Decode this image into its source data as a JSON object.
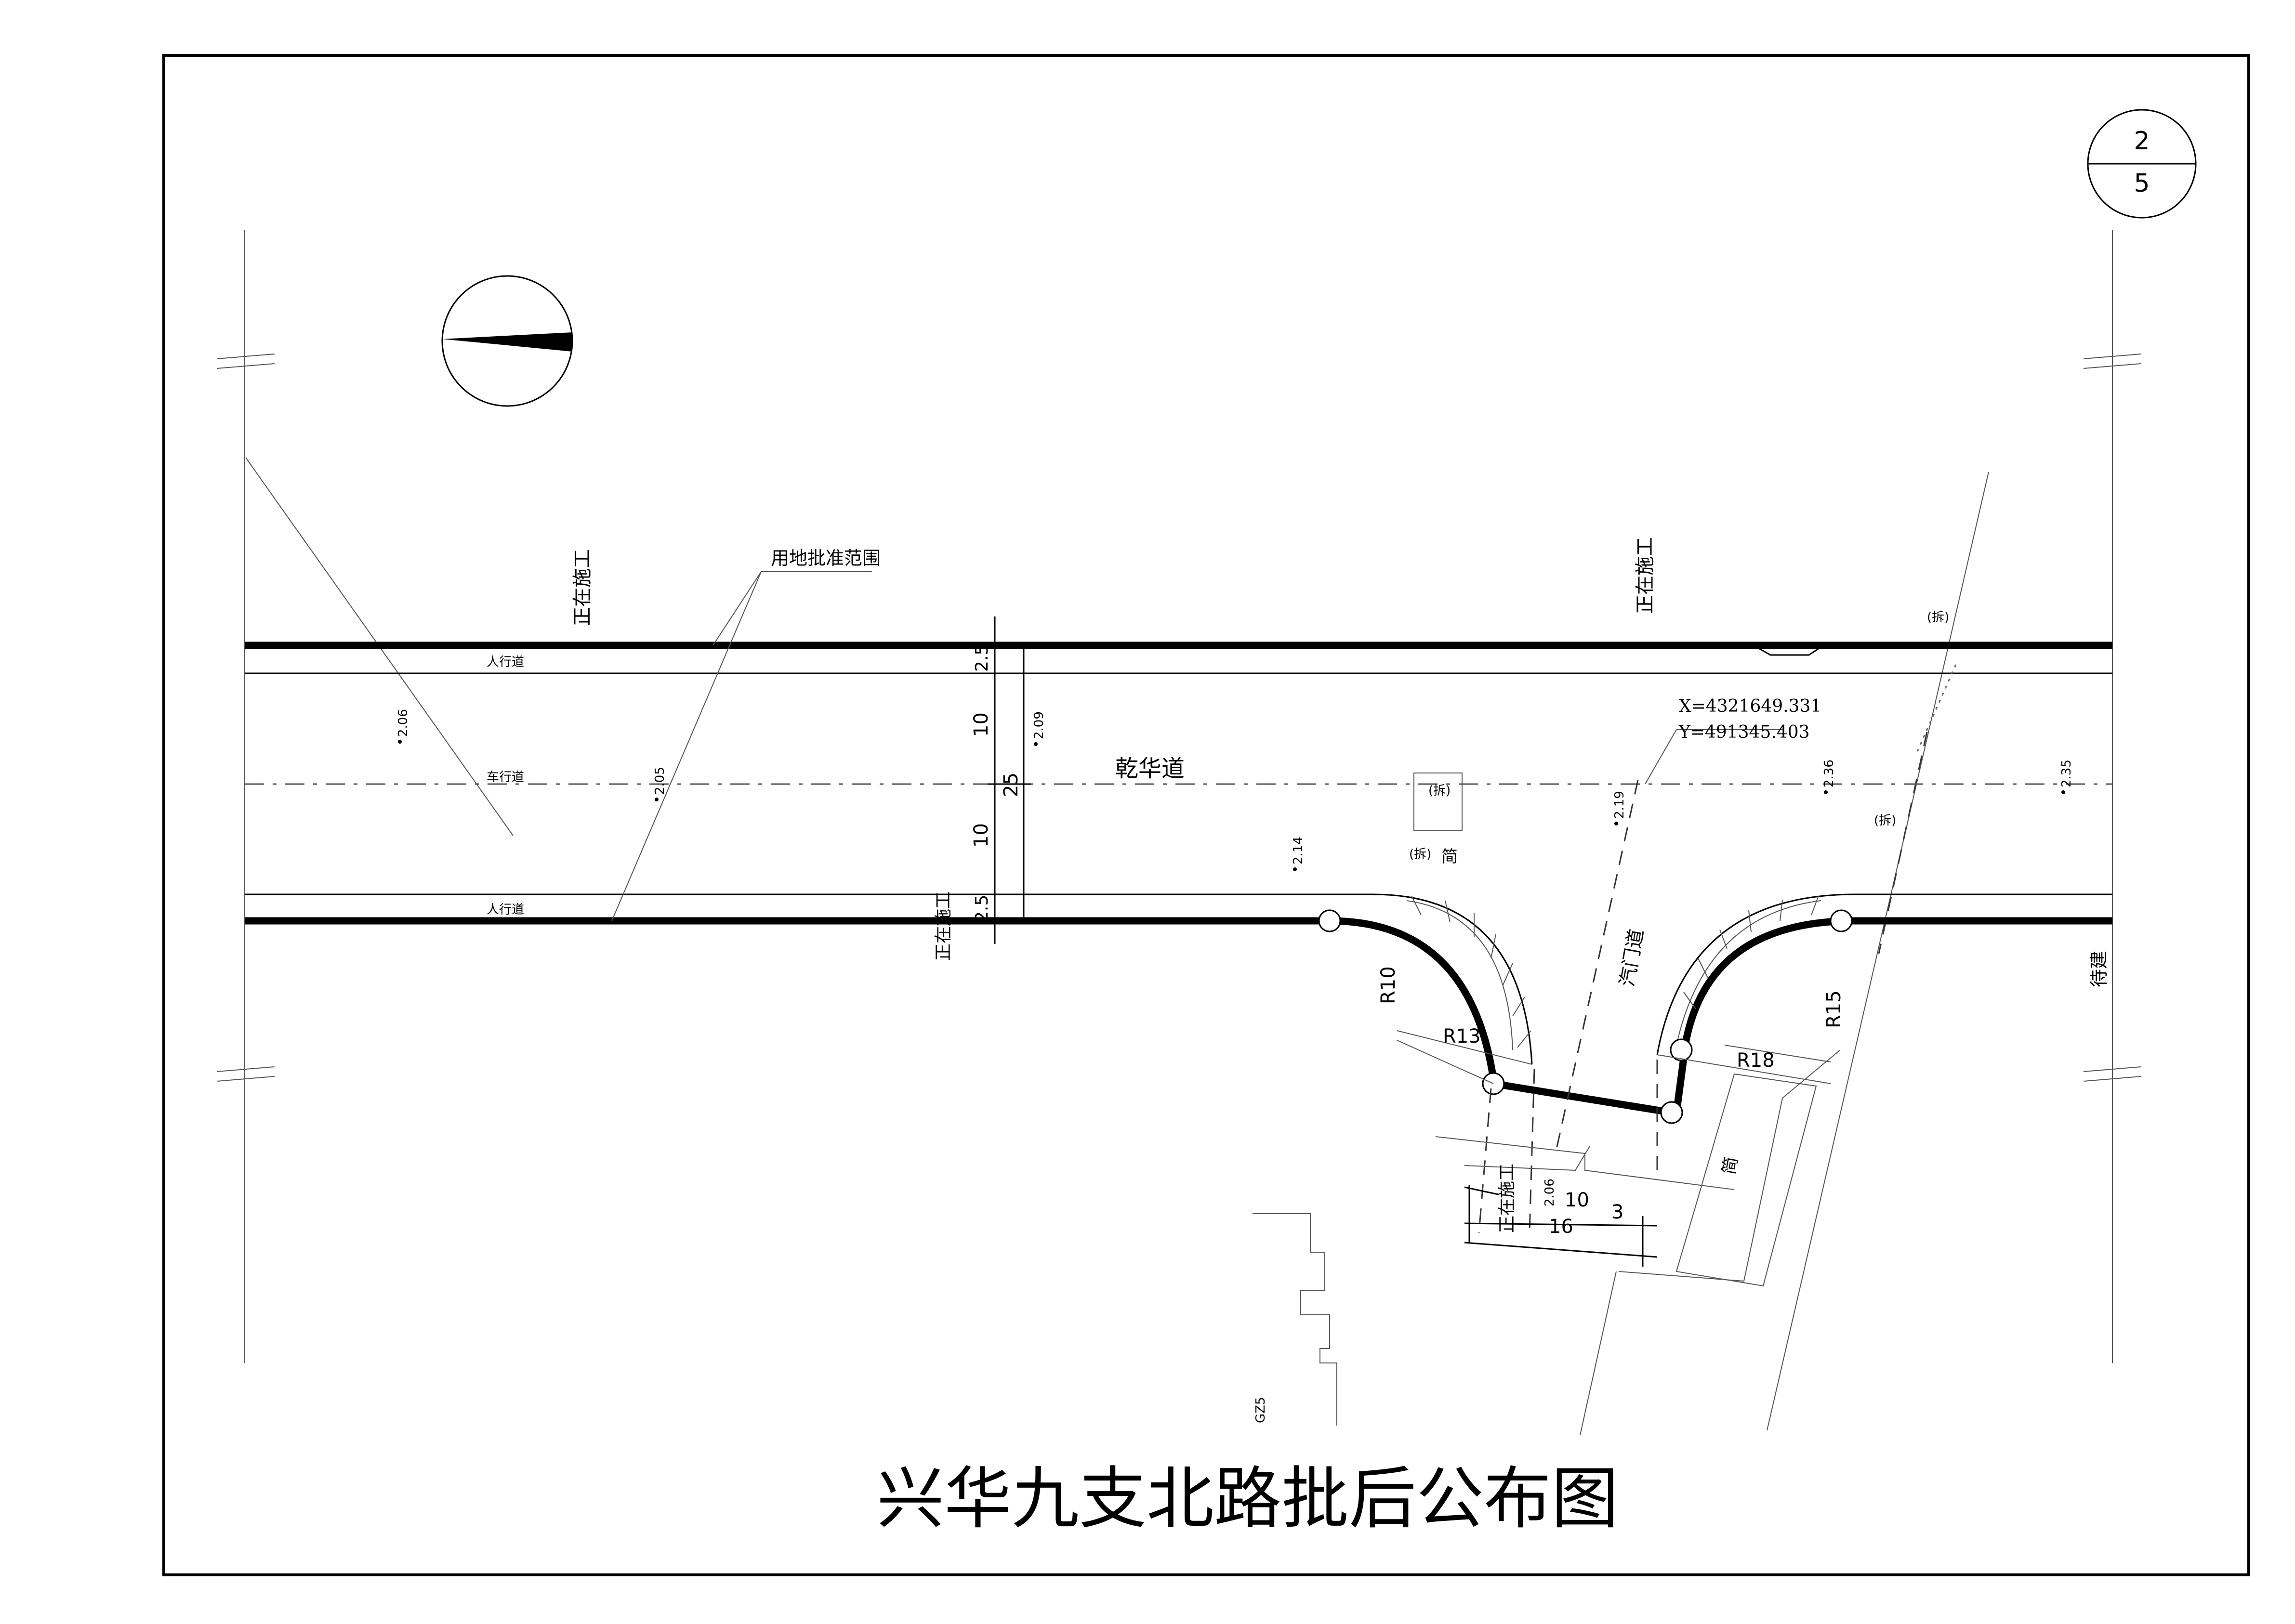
{
  "sheet": {
    "number": "2",
    "total": "5"
  },
  "title": "兴华九支北路批后公布图",
  "labels": {
    "construction_nw": "正在施工",
    "construction_ne": "正在施工",
    "construction_mid": "正在施工",
    "construction_south": "正在施工",
    "pending": "待建",
    "land_boundary": "用地批准范围",
    "sidewalk_north": "人行道",
    "sidewalk_south": "人行道",
    "carriageway": "车行道",
    "road_name": "乾华道",
    "demolish_1": "(拆)",
    "demolish_2": "(拆)",
    "demolish_3": "(拆)",
    "demolish_4": "(拆)",
    "simple_1": "简",
    "simple_2": "简",
    "gate_road": "汽门道",
    "gz": "GZ5"
  },
  "coords": {
    "x": "X=4321649.331",
    "y": "Y=491345.403"
  },
  "elevations": [
    "2.06",
    "2.05",
    "2.09",
    "2.14",
    "2.19",
    "2.36",
    "2.35",
    "2.06"
  ],
  "dimensions": {
    "sidewalk_top": "2.5",
    "lane_top": "10",
    "total": "25",
    "lane_bottom": "10",
    "sidewalk_bottom": "2.5",
    "gap": "10",
    "width_3": "3",
    "width_16": "16"
  },
  "radii": {
    "r10": "R10",
    "r13": "R13",
    "r18": "R18",
    "r15": "R15"
  }
}
